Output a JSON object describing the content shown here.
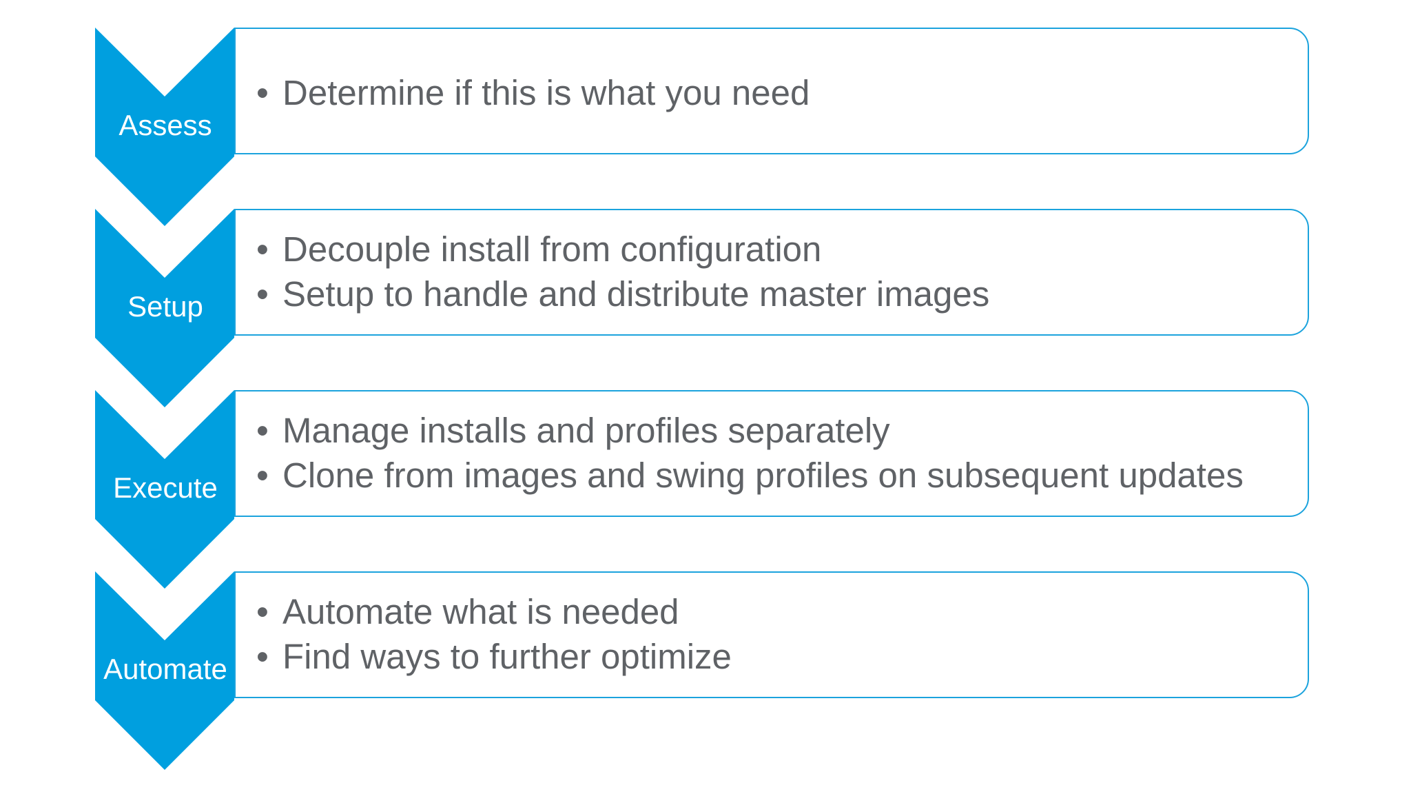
{
  "colors": {
    "accent": "#009fdf",
    "border": "#1ba3dd",
    "text": "#5f6266",
    "label_text": "#ffffff",
    "background": "#ffffff"
  },
  "steps": [
    {
      "label": "Assess",
      "bullets": [
        "Determine if this is what you need"
      ]
    },
    {
      "label": "Setup",
      "bullets": [
        "Decouple install from configuration",
        "Setup to handle and distribute master images"
      ]
    },
    {
      "label": "Execute",
      "bullets": [
        "Manage installs and profiles separately",
        "Clone from images and swing profiles on subsequent updates"
      ]
    },
    {
      "label": "Automate",
      "bullets": [
        "Automate what is needed",
        "Find ways to further optimize"
      ]
    }
  ]
}
